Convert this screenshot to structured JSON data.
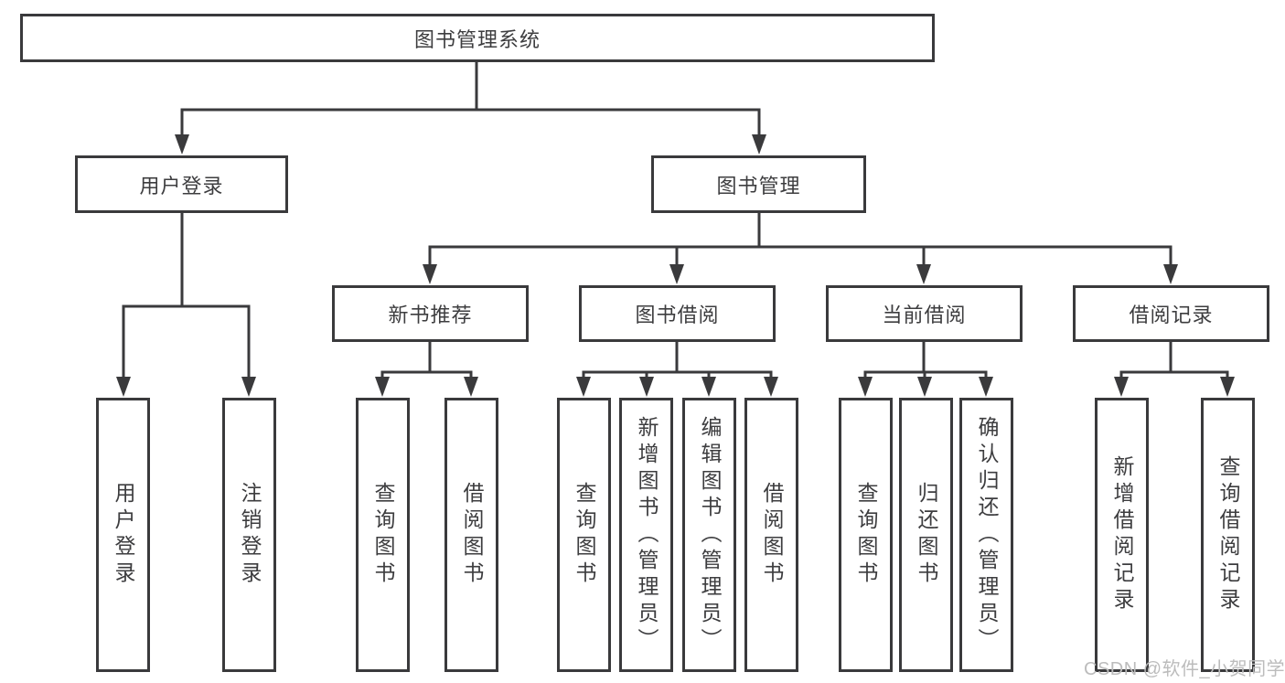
{
  "tree": {
    "root": {
      "label": "图书管理系统"
    },
    "login": {
      "label": "用户登录",
      "children": [
        {
          "label": "用户登录"
        },
        {
          "label": "注销登录"
        }
      ]
    },
    "management": {
      "label": "图书管理",
      "sections": [
        {
          "label": "新书推荐",
          "children": [
            {
              "label": "查询图书"
            },
            {
              "label": "借阅图书"
            }
          ]
        },
        {
          "label": "图书借阅",
          "children": [
            {
              "label": "查询图书"
            },
            {
              "label": "新增图书（管理员）"
            },
            {
              "label": "编辑图书（管理员）"
            },
            {
              "label": "借阅图书"
            }
          ]
        },
        {
          "label": "当前借阅",
          "children": [
            {
              "label": "查询图书"
            },
            {
              "label": "归还图书"
            },
            {
              "label": "确认归还（管理员）"
            }
          ]
        },
        {
          "label": "借阅记录",
          "children": [
            {
              "label": "新增借阅记录"
            },
            {
              "label": "查询借阅记录"
            }
          ]
        }
      ]
    }
  },
  "watermark": {
    "text": "CSDN @软件_小贺同学"
  },
  "colors": {
    "line": "#3a3a3c",
    "text": "#3d3d3f",
    "box_fill": "#ffffff",
    "background": "#ffffff",
    "watermark": "#bcbcbc"
  }
}
